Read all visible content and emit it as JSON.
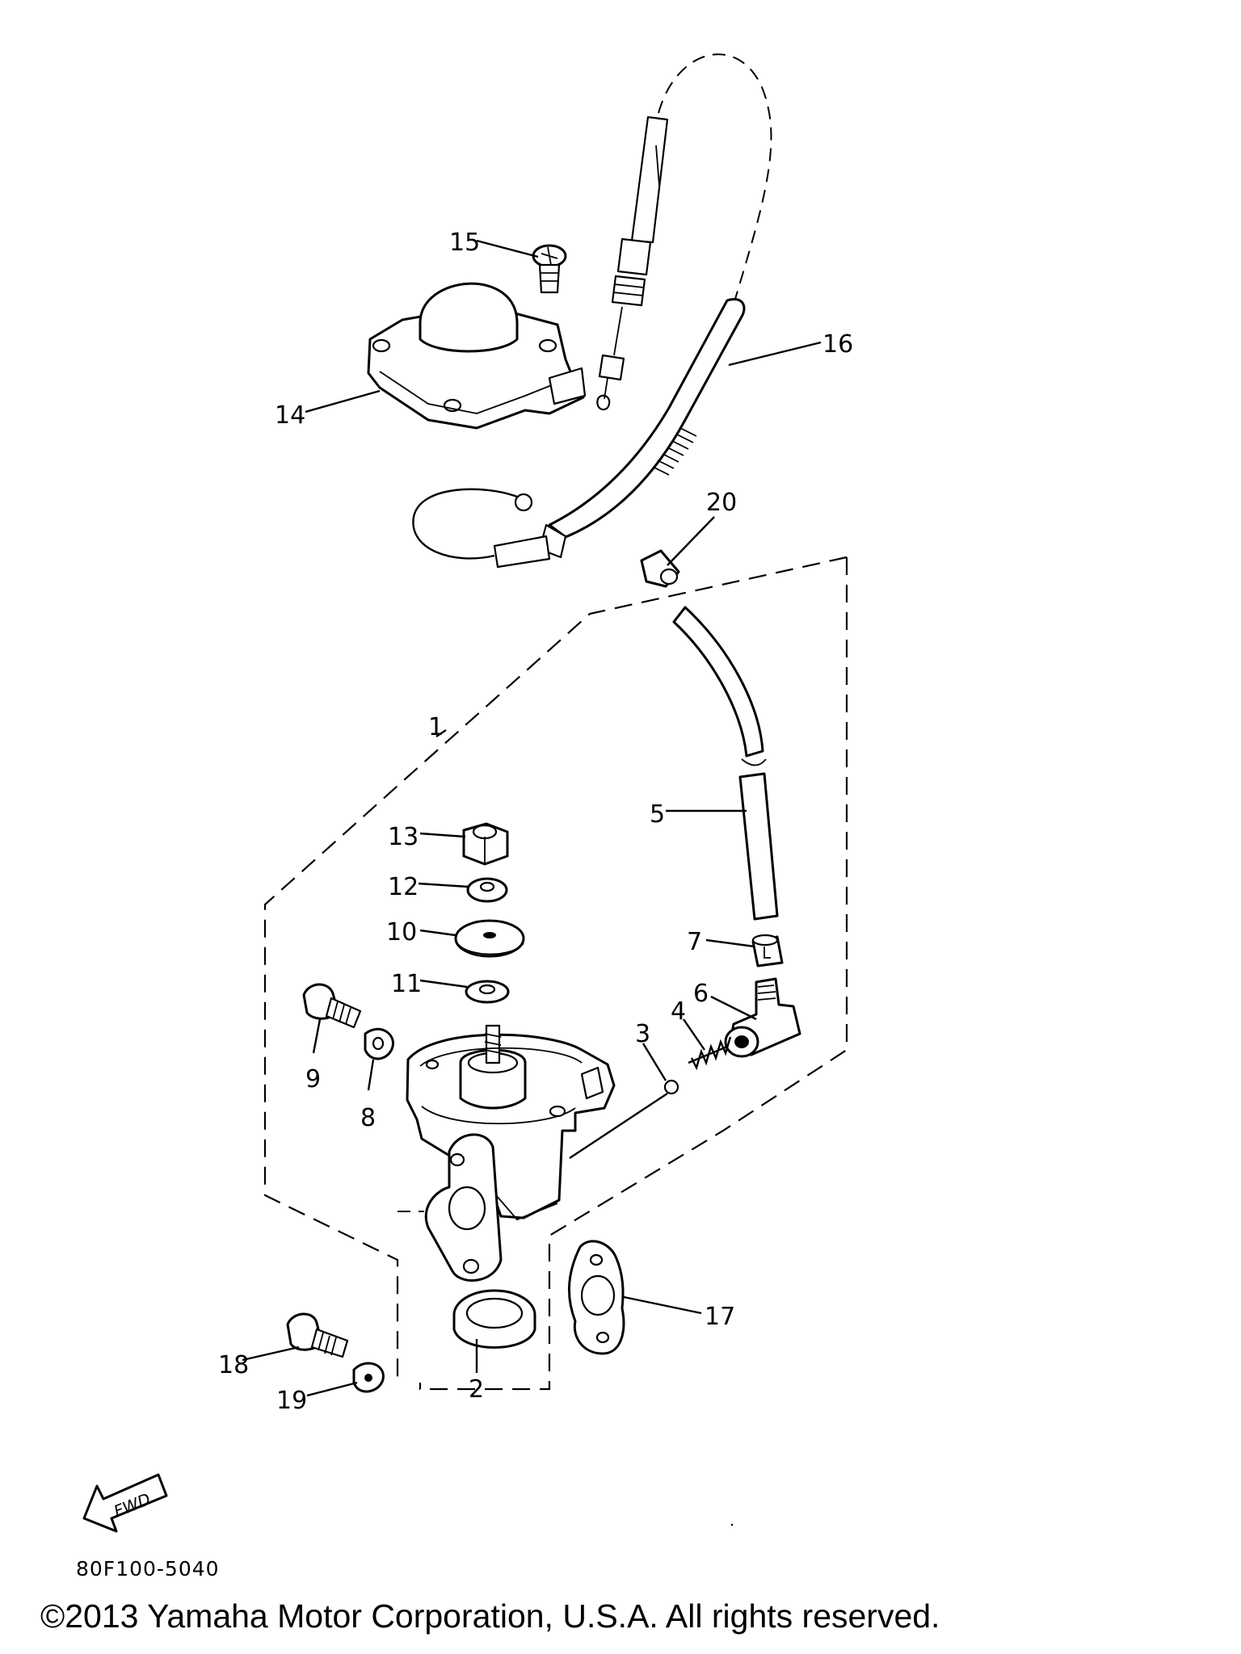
{
  "diagram": {
    "callouts": [
      "1",
      "2",
      "3",
      "4",
      "5",
      "6",
      "7",
      "8",
      "9",
      "10",
      "11",
      "12",
      "13",
      "14",
      "15",
      "16",
      "17",
      "18",
      "19",
      "20"
    ],
    "fwd_label": "FWD",
    "part_code": "80F100-5040",
    "copyright": "©2013 Yamaha Motor Corporation, U.S.A. All rights reserved."
  }
}
